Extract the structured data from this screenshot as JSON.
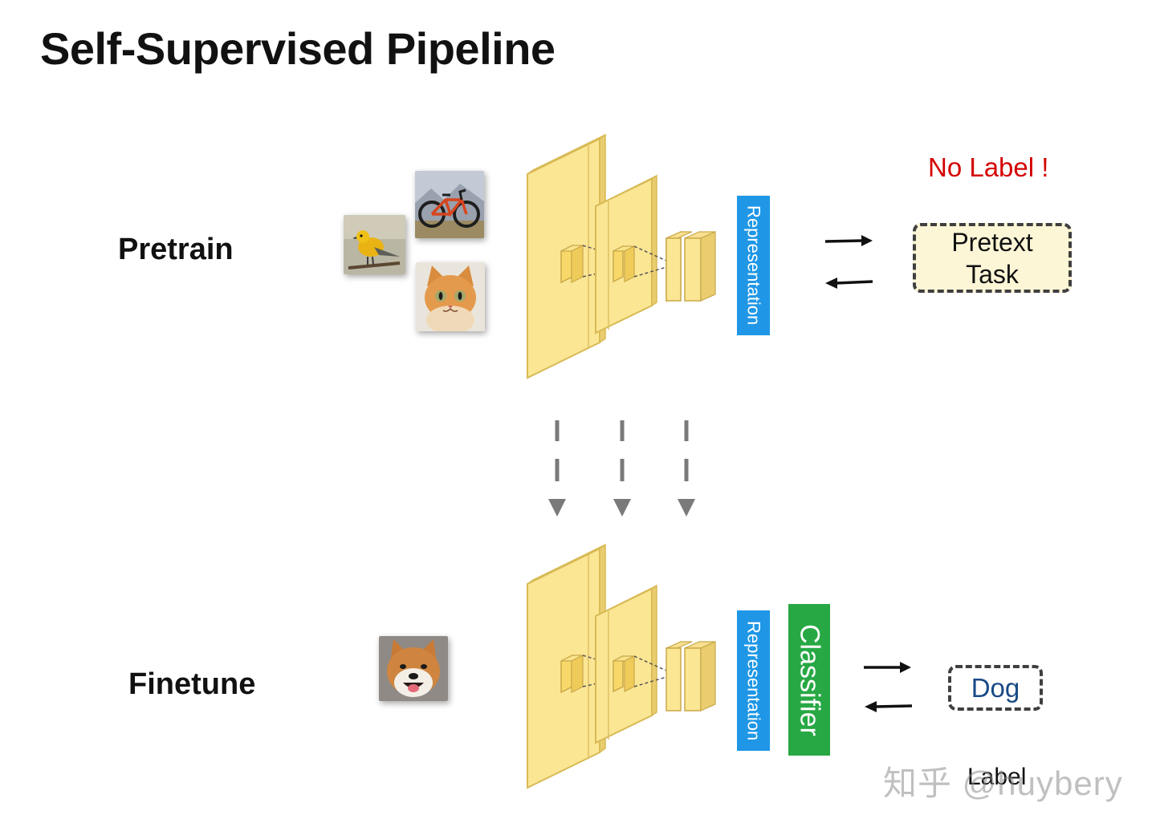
{
  "title": "Self-Supervised Pipeline",
  "stages": {
    "pretrain": {
      "label": "Pretrain",
      "images": [
        "bird-image",
        "bicycle-image",
        "cat-image"
      ],
      "representation_label": "Representation",
      "note": "No Label !",
      "task_label": "Pretext Task"
    },
    "finetune": {
      "label": "Finetune",
      "images": [
        "dog-image"
      ],
      "representation_label": "Representation",
      "classifier_label": "Classifier",
      "output_label": "Dog",
      "output_caption": "Label"
    }
  },
  "watermark": "知乎 @huybery",
  "colors": {
    "layer_fill": "#fbe694",
    "layer_edge": "#d8ba55",
    "representation": "#1f97e6",
    "classifier": "#27a844",
    "no_label_text": "#d40000",
    "pretext_fill": "#fcf6d6",
    "dashed_border": "#3f3f3f",
    "dog_text": "#184a86",
    "transfer_arrow": "#7a7a7a"
  }
}
